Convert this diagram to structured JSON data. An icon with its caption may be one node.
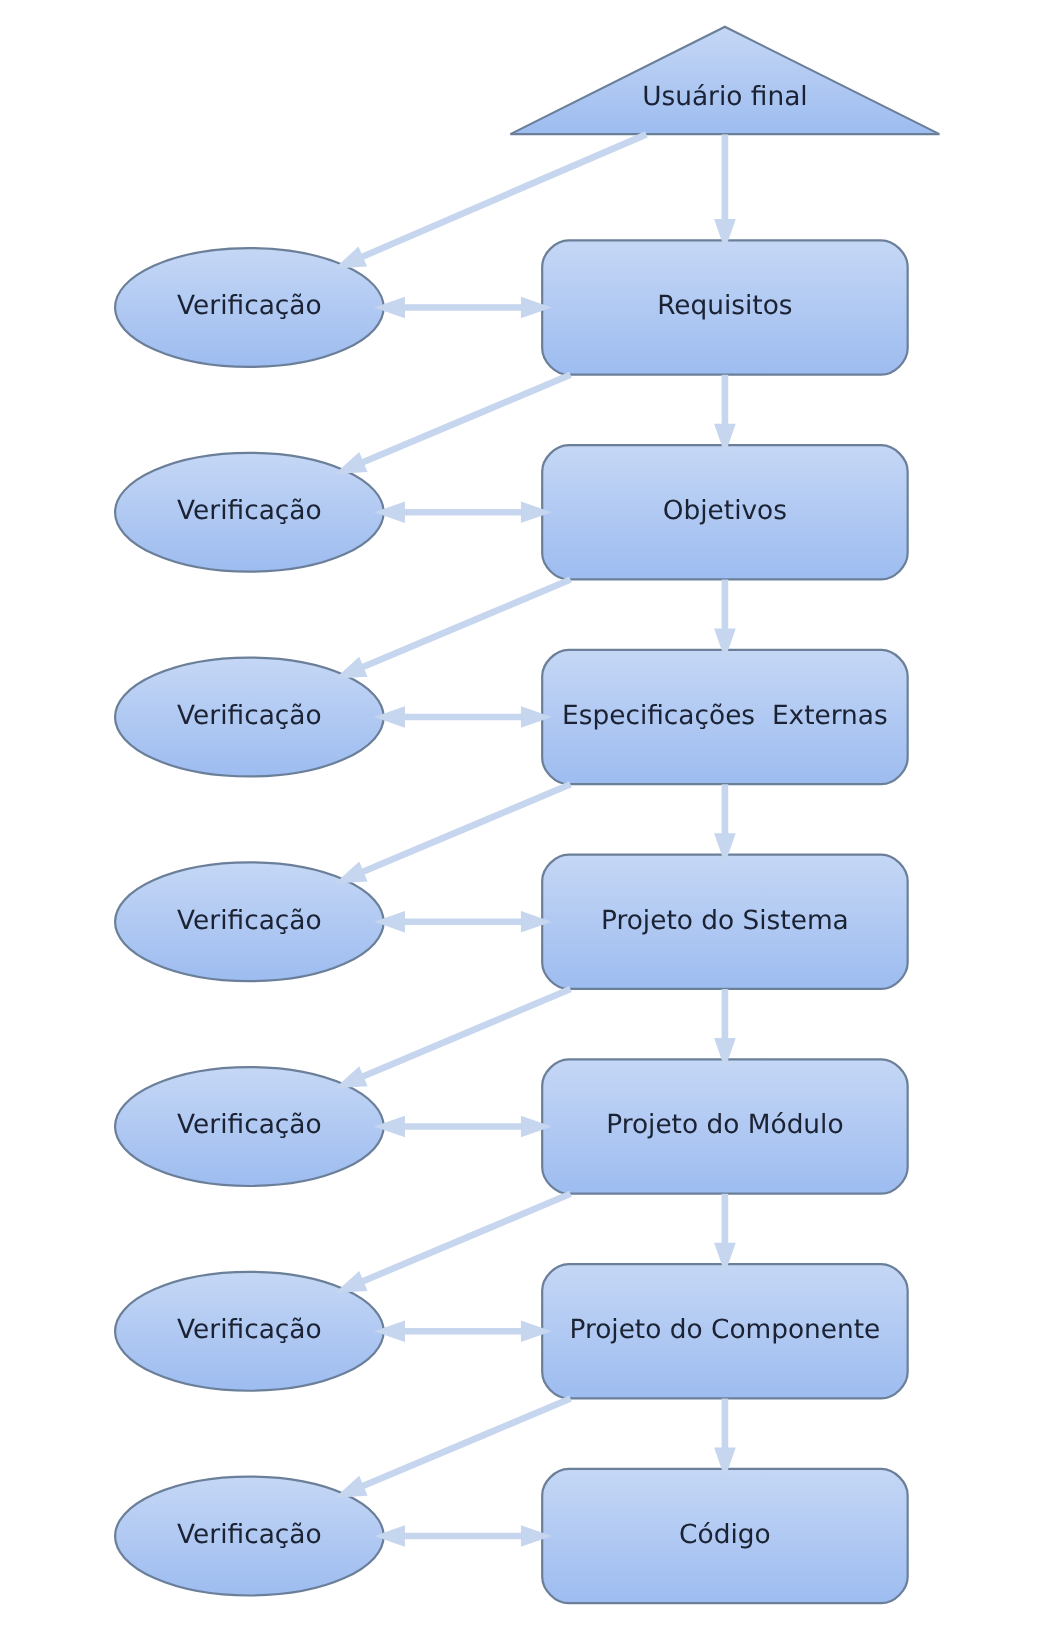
{
  "diagram": {
    "nodes": [
      {
        "text": [
          "Usuário final"
        ]
      },
      {
        "text": [
          "Verificação"
        ]
      },
      {
        "text": [
          "Requisitos"
        ]
      },
      {
        "text": [
          "Verificação"
        ]
      },
      {
        "text": [
          "Objetivos"
        ]
      },
      {
        "text": [
          "Verificação"
        ]
      },
      {
        "text": [
          "Especificações  Externas"
        ]
      },
      {
        "text": [
          "Verificação"
        ]
      },
      {
        "text": [
          "Projeto do Sistema"
        ]
      },
      {
        "text": [
          "Verificação"
        ]
      },
      {
        "text": [
          "Projeto do Módulo"
        ]
      },
      {
        "text": [
          "Verificação"
        ]
      },
      {
        "text": [
          "Projeto do Componente"
        ]
      },
      {
        "text": [
          "Verificação"
        ]
      },
      {
        "text": [
          "Código"
        ]
      }
    ],
    "edges": [
      {
        "from": 0,
        "to": 2,
        "arrow": "to"
      },
      {
        "from": 0,
        "to": 1,
        "arrow": "to"
      },
      {
        "from": 1,
        "to": 2,
        "arrow": "both"
      },
      {
        "from": 2,
        "to": 4,
        "arrow": "to"
      },
      {
        "from": 2,
        "to": 3,
        "arrow": "to"
      },
      {
        "from": 3,
        "to": 4,
        "arrow": "both"
      },
      {
        "from": 4,
        "to": 6,
        "arrow": "to"
      },
      {
        "from": 4,
        "to": 5,
        "arrow": "to"
      },
      {
        "from": 5,
        "to": 6,
        "arrow": "both"
      },
      {
        "from": 6,
        "to": 8,
        "arrow": "to"
      },
      {
        "from": 6,
        "to": 7,
        "arrow": "to"
      },
      {
        "from": 7,
        "to": 8,
        "arrow": "both"
      },
      {
        "from": 8,
        "to": 10,
        "arrow": "to"
      },
      {
        "from": 8,
        "to": 9,
        "arrow": "to"
      },
      {
        "from": 9,
        "to": 10,
        "arrow": "both"
      },
      {
        "from": 10,
        "to": 12,
        "arrow": "to"
      },
      {
        "from": 10,
        "to": 11,
        "arrow": "to"
      },
      {
        "from": 11,
        "to": 12,
        "arrow": "both"
      },
      {
        "from": 12,
        "to": 14,
        "arrow": "to"
      },
      {
        "from": 12,
        "to": 13,
        "arrow": "to"
      },
      {
        "from": 13,
        "to": 14,
        "arrow": "both"
      }
    ]
  }
}
